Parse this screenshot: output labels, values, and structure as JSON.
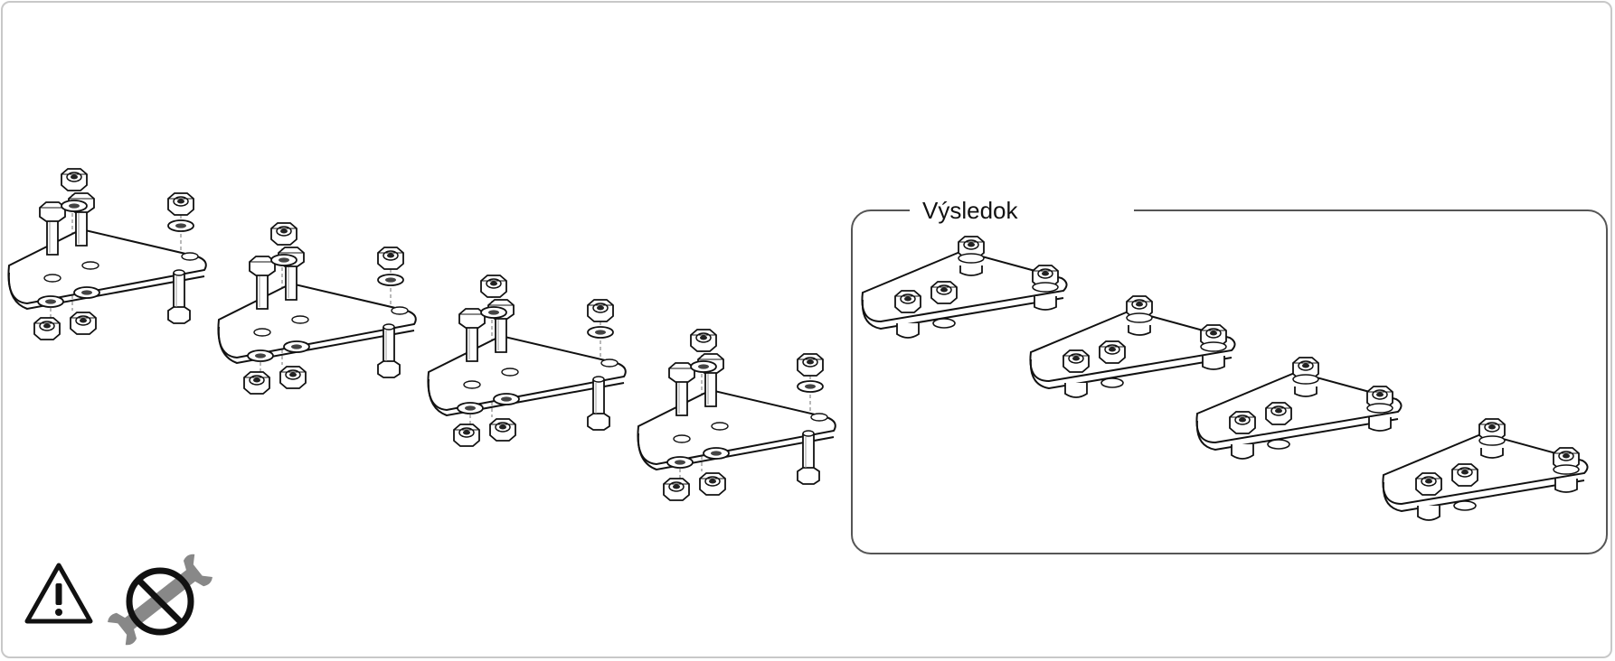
{
  "result": {
    "label": "Výsledok"
  },
  "exploded_assemblies": [
    "assembly-1",
    "assembly-2",
    "assembly-3",
    "assembly-4"
  ],
  "result_assemblies": [
    "result-1",
    "result-2",
    "result-3",
    "result-4"
  ],
  "icons": {
    "warning": "warning-triangle-icon",
    "no_tools": "no-tools-icon"
  }
}
